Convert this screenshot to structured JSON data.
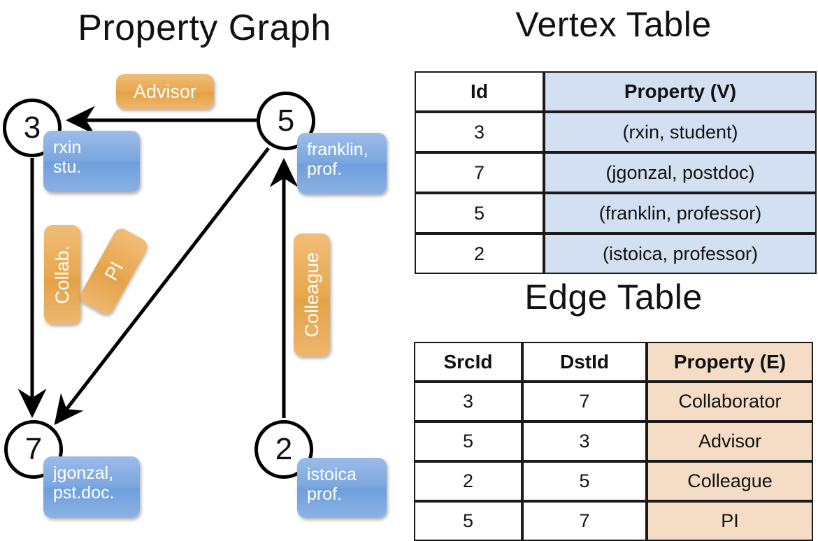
{
  "titles": {
    "graph": "Property Graph",
    "vertex_table": "Vertex Table",
    "edge_table": "Edge Table"
  },
  "colors": {
    "vertex_property_fill": "#d3e0f2",
    "edge_property_fill": "#f4ddc4",
    "node_property_box": "#7ba7df",
    "edge_label_box": "#e8a84f",
    "stroke": "#000000"
  },
  "graph": {
    "nodes": [
      {
        "id": "3",
        "property_line1": "rxin",
        "property_line2": "stu."
      },
      {
        "id": "5",
        "property_line1": "franklin,",
        "property_line2": "prof."
      },
      {
        "id": "7",
        "property_line1": "jgonzal,",
        "property_line2": "pst.doc."
      },
      {
        "id": "2",
        "property_line1": "istoica",
        "property_line2": "prof."
      }
    ],
    "edge_labels": [
      {
        "text": "Advisor",
        "orientation": "horizontal"
      },
      {
        "text": "Collab.",
        "orientation": "vertical"
      },
      {
        "text": "PI",
        "orientation": "diagonal"
      },
      {
        "text": "Colleague",
        "orientation": "vertical"
      }
    ],
    "edges": [
      {
        "src": "5",
        "dst": "3",
        "label": "Advisor"
      },
      {
        "src": "3",
        "dst": "7",
        "label": "Collab."
      },
      {
        "src": "5",
        "dst": "7",
        "label": "PI"
      },
      {
        "src": "2",
        "dst": "5",
        "label": "Colleague"
      }
    ]
  },
  "vertex_table": {
    "headers": [
      "Id",
      "Property (V)"
    ],
    "rows": [
      {
        "id": "3",
        "property": "(rxin, student)"
      },
      {
        "id": "7",
        "property": "(jgonzal, postdoc)"
      },
      {
        "id": "5",
        "property": "(franklin, professor)"
      },
      {
        "id": "2",
        "property": "(istoica, professor)"
      }
    ]
  },
  "edge_table": {
    "headers": [
      "SrcId",
      "DstId",
      "Property (E)"
    ],
    "rows": [
      {
        "src": "3",
        "dst": "7",
        "property": "Collaborator"
      },
      {
        "src": "5",
        "dst": "3",
        "property": "Advisor"
      },
      {
        "src": "2",
        "dst": "5",
        "property": "Colleague"
      },
      {
        "src": "5",
        "dst": "7",
        "property": "PI"
      }
    ]
  }
}
